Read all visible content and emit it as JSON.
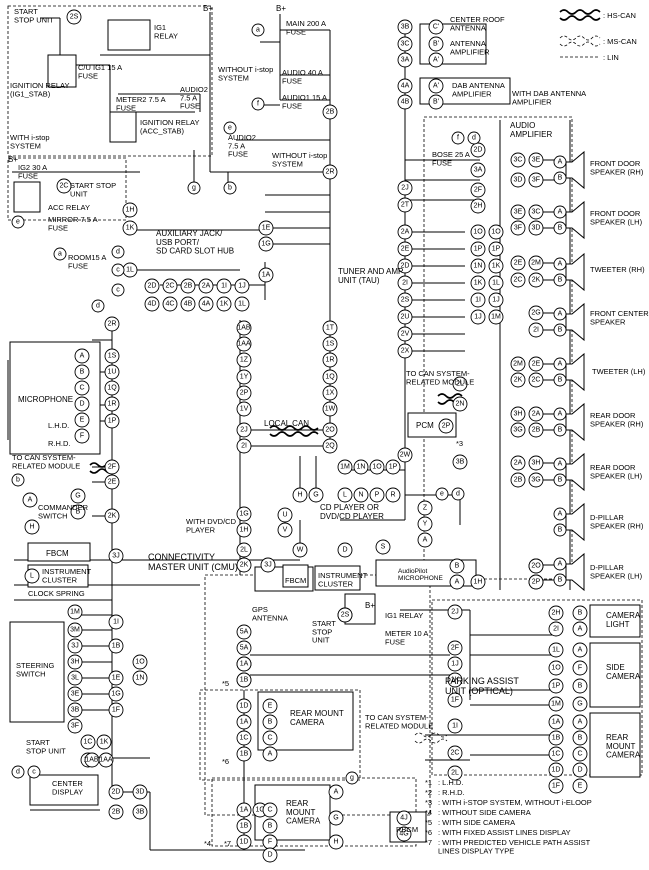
{
  "power": {
    "b_plus": "B+"
  },
  "fuses": {
    "main": "MAIN 200 A\nFUSE",
    "audio": "AUDIO 40 A\nFUSE",
    "audio1": "AUDIO1 15 A\nFUSE",
    "audio2": "AUDIO2\n7.5 A\nFUSE",
    "audio2_b": "AUDIO2\n7.5 A\nFUSE",
    "cu_ig1": "C/U IG1 15 A\nFUSE",
    "meter2": "METER2 7.5 A\nFUSE",
    "ig2": "IG2 30 A\nFUSE",
    "mirror": "MIRROR 7.5 A\nFUSE",
    "room": "ROOM15 A\nFUSE",
    "bose": "BOSE 25 A\nFUSE",
    "meter10": "METER 10 A\nFUSE"
  },
  "relays": {
    "ig1": "IG1\nRELAY",
    "ig_g1": "IGNITION RELAY\n(IG1_STAB)",
    "ig_acc": "IGNITION RELAY\n(ACC_STAB)",
    "acc": "ACC RELAY",
    "ig1_b": "IG1 RELAY"
  },
  "units": {
    "start_stop_1": "START\nSTOP UNIT",
    "start_stop_2": "START STOP\nUNIT",
    "start_stop_3": "START\nSTOP UNIT",
    "start_stop_4": "START\nSTOP\nUNIT",
    "with_istop": "WITH i-stop\nSYSTEM",
    "without_istop_1": "WITHOUT i-stop\nSYSTEM",
    "without_istop_2": "WITHOUT i-stop\nSYSTEM",
    "aux_hub": "AUXILIARY JACK/\nUSB PORT/\nSD CARD SLOT HUB",
    "tuner": "TUNER AND AMP\nUNIT (TAU)",
    "microphone": "MICROPHONE",
    "lhd": "L.H.D.",
    "rhd": "R.H.D.",
    "to_can_1": "TO CAN SYSTEM-\nRELATED MODULE",
    "to_can_2": "TO CAN SYSTEM-\nRELATED MODULE",
    "to_can_3": "TO CAN SYSTEM-\nRELATED MODULE",
    "commander": "COMMANDER\nSWITCH",
    "fbcm": "FBCM",
    "fbcm_2": "FBCM",
    "instrument": "INSTRUMENT\nCLUSTER",
    "instrument_2": "INSTRUMENT\nCLUSTER",
    "clock_spring": "CLOCK SPRING",
    "steering": "STEERING\nSWITCH",
    "center_display": "CENTER\nDISPLAY",
    "cmu": "CONNECTIVITY\nMASTER UNIT (CMU)",
    "local_can": "LOCAL CAN",
    "cd_player": "CD PLAYER OR\nDVD/CD PLAYER",
    "with_dvd": "WITH DVD/CD\nPLAYER",
    "gps": "GPS\nANTENNA",
    "pcm": "PCM",
    "audiopilot": "AudioPilot\nMICROPHONE",
    "parking_assist": "PARKING ASSIST\nUNIT (OPTICAL)",
    "rear_cam_1": "REAR MOUNT\nCAMERA",
    "rear_cam_2": "REAR\nMOUNT\nCAMERA",
    "rear_cam_3": "REAR\nMOUNT\nCAMERA",
    "rbcm": "RBCM",
    "camera_light": "CAMERA\nLIGHT",
    "side_camera": "SIDE\nCAMERA",
    "center_roof": "CENTER ROOF\nANTENNA",
    "antenna_amp": "ANTENNA\nAMPLIFIER",
    "dab_amp": "DAB ANTENNA\nAMPLIFIER",
    "with_dab": "WITH DAB ANTENNA\nAMPLIFIER",
    "audio_amp": "AUDIO\nAMPLIFIER"
  },
  "speakers": {
    "fd_rh": "FRONT DOOR\nSPEAKER (RH)",
    "fd_lh": "FRONT DOOR\nSPEAKER (LH)",
    "tw_rh": "TWEETER (RH)",
    "fc": "FRONT CENTER\nSPEAKER",
    "tw_lh": "TWEETER (LH)",
    "rd_rh": "REAR DOOR\nSPEAKER (RH)",
    "rd_lh": "REAR DOOR\nSPEAKER (LH)",
    "dp_rh": "D-PILLAR\nSPEAKER (RH)",
    "dp_lh": "D-PILLAR\nSPEAKER (LH)"
  },
  "legend": {
    "hs": ": HS-CAN",
    "ms": ": MS-CAN",
    "lin": ": LIN"
  },
  "notes": [
    {
      "mark": "*1",
      "text": ": L.H.D."
    },
    {
      "mark": "*2",
      "text": ": R.H.D."
    },
    {
      "mark": "*3",
      "text": ": WITH i-STOP SYSTEM, WITHOUT i-ELOOP"
    },
    {
      "mark": "*4",
      "text": ": WITHOUT SIDE CAMERA"
    },
    {
      "mark": "*5",
      "text": ": WITH SIDE CAMERA"
    },
    {
      "mark": "*6",
      "text": ": WITH FIXED ASSIST LINES DISPLAY"
    },
    {
      "mark": "*7",
      "text": ": WITH PREDICTED VEHICLE PATH ASSIST\nLINES DISPLAY TYPE"
    }
  ],
  "refs": {
    "a": "a",
    "b": "b",
    "c": "c",
    "d": "d",
    "e": "e",
    "f": "f",
    "g": "g"
  },
  "footnote_marks": {
    "m1": "*1",
    "m2": "*2",
    "m3": "*3",
    "m4": "*4",
    "m5": "*5",
    "m6": "*6",
    "m7": "*7"
  },
  "pins": {
    "ss2s": "2S",
    "ss2c": "2C",
    "ss2s_b": "2S",
    "ss1c": "1C",
    "ss1k": "1K",
    "mic_a": "A",
    "mic_b": "B",
    "mic_c": "C",
    "mic_d": "D",
    "mic_e": "E",
    "mic_f": "F",
    "cmd_a": "A",
    "cmd_g": "G",
    "cmd_h": "H",
    "cmd_b": "B",
    "ic_l": "L",
    "st3m": "3M",
    "st3j": "3J",
    "st3h": "3H",
    "st3l": "3L",
    "st3e": "3E",
    "st3b": "3B",
    "st3f": "3F",
    "cs1m": "1M",
    "tau1h": "1H",
    "tau1k": "1K",
    "tau1l": "1L",
    "tau1e": "1E",
    "tau1g": "1G",
    "tau1a": "1A",
    "hub2d": "2D",
    "hub2c": "2C",
    "hub2b": "2B",
    "hub2a": "2A",
    "hub1i": "1I",
    "hub1j": "1J",
    "hub4d": "4D",
    "hub4c": "4C",
    "hub4b": "4B",
    "hub4a": "4A",
    "hub1k": "1K",
    "hub1l": "1L",
    "cmu2r": "2R",
    "cmu1s": "1S",
    "cmu1u": "1U",
    "cmu1q": "1Q",
    "cmu1r": "1R",
    "cmu1p": "1P",
    "cmu2f": "2F",
    "cmu2e": "2E",
    "cmu2k": "2K",
    "cmu3j": "3J",
    "cmu1i": "1I",
    "cmu1b": "1B",
    "cmu1e": "1E",
    "cmu1g": "1G",
    "cmu1o": "1O",
    "cmu1n": "1N",
    "cmu1f": "1F",
    "cmu1c": "1C",
    "cmu1ab": "1AB",
    "cmu1aa": "1AA",
    "cmu2d": "2D",
    "cmu2b": "2B",
    "cmu3d": "3D",
    "cmu3b": "3B",
    "tau2b": "2B",
    "tau2r": "2R",
    "tau2j": "2J",
    "tau2t": "2T",
    "tau2a": "2A",
    "tau2e": "2E",
    "tau2d": "2D",
    "tau2i": "2I",
    "tau2s": "2S",
    "tau2u": "2U",
    "tau2v": "2V",
    "tau2x": "2X",
    "tau1t": "1T",
    "tau1s": "1S",
    "tau1r": "1R",
    "tau1q": "1Q",
    "tau1x": "1X",
    "tau1w": "1W",
    "tau2o": "2O",
    "tau2q": "2Q",
    "tau2l": "2L",
    "tau2n": "2N",
    "tau2w": "2W",
    "tau3b": "3B",
    "tau2o_b": "2O",
    "tau2p": "2P",
    "mid1ab": "1AB",
    "mid1aa": "1AA",
    "mid1z": "1Z",
    "mid1y": "1Y",
    "mid2p": "2P",
    "mid1v": "1V",
    "mid2j": "2J",
    "mid2i": "2I",
    "mid1g": "1G",
    "mid1h": "1H",
    "mid2l": "2L",
    "mid2k": "2K",
    "mid5a": "5A",
    "mid5a_b": "5A",
    "ant3b": "3B",
    "ant3c": "3C",
    "ant3a": "3A",
    "dab4a": "4A",
    "dab4b": "4B",
    "ant_c": "C'",
    "ant_b": "B'",
    "ant_a": "A'",
    "dab_a": "A'",
    "dab_b": "B'",
    "amp2d": "2D",
    "amp3a": "3A",
    "amp2f": "2F",
    "amp2h": "2H",
    "amp1o": "1O",
    "amp1p": "1P",
    "amp1n": "1N",
    "amp1k": "1K",
    "amp1i": "1I",
    "amp1j": "1J",
    "amp1o_b": "1O",
    "amp1p_b": "1P",
    "amp1k_b": "1K",
    "amp1l": "1L",
    "amp1j_b": "1J",
    "amp1m": "1M",
    "sp3c": "3C",
    "sp3e": "3E",
    "sp3d": "3D",
    "sp3f": "3F",
    "sp3e_b": "3E",
    "sp3c_b": "3C",
    "sp3f_b": "3F",
    "sp3d_b": "3D",
    "sp2e": "2E",
    "sp2m": "2M",
    "sp2c": "2C",
    "sp2k": "2K",
    "sp2g": "2G",
    "sp2i": "2I",
    "sp2m_b": "2M",
    "sp2e_b": "2E",
    "sp2k_b": "2K",
    "sp2c_b": "2C",
    "sp3h": "3H",
    "sp2a": "2A",
    "sp3g": "3G",
    "sp2b": "2B",
    "sp2a_b": "2A",
    "sp3h_b": "3H",
    "sp2b_b": "2B",
    "sp3g_b": "3G",
    "sp2o": "2O",
    "sp2p": "2P",
    "spkA": "A",
    "spkB": "B",
    "pcm2p": "2P",
    "cd1m": "1M",
    "cd1n": "1N",
    "cd1o": "1O",
    "cd1p": "1P",
    "cdH": "H",
    "cdG": "G",
    "cdL": "L",
    "cdN": "N",
    "cdP": "P",
    "cdR": "R",
    "cdZ": "Z",
    "cdY": "Y",
    "cdA": "A",
    "cdU": "U",
    "cdV": "V",
    "cdW": "W",
    "cdD": "D",
    "cdS": "S",
    "apB": "B",
    "apA": "A",
    "tau1h_b": "1H",
    "pa2j": "2J",
    "pa2f": "2F",
    "pa1j": "1J",
    "pa1k": "1K",
    "pa1f": "1F",
    "pa1i": "1I",
    "pa2c": "2C",
    "pa2l": "2L",
    "pa1a": "1A",
    "pa1b": "1B",
    "cl2h": "2H",
    "cl2i": "2I",
    "clB": "B",
    "clA": "A",
    "sc1l": "1L",
    "sc1o": "1O",
    "sc1p": "1P",
    "sc1m": "1M",
    "scA": "A",
    "scF": "F",
    "scB": "B",
    "scG": "G",
    "rc1a": "1A",
    "rc1b": "1B",
    "rc1c": "1C",
    "rc1d": "1D",
    "rc1f": "1F",
    "rcA": "A",
    "rcB": "B",
    "rcC": "C",
    "rcD": "D",
    "rcE": "E",
    "m1a": "1A",
    "m1b": "1B",
    "m1d": "1D",
    "m1c": "1C",
    "mE": "E",
    "mB": "B",
    "mC": "C",
    "mA": "A",
    "r1a": "1A",
    "r1b": "1B",
    "r1d": "1D",
    "r1c": "1C",
    "rC": "C",
    "rB": "B",
    "rE": "E",
    "rF": "F",
    "rD": "D",
    "rA": "A",
    "rG": "G",
    "rH": "H",
    "r4j": "4J",
    "r4g": "4G",
    "cmu1a": "1A",
    "cmu1b_b": "1B",
    "ig2s": "2S",
    "fbcm3j": "3J"
  }
}
